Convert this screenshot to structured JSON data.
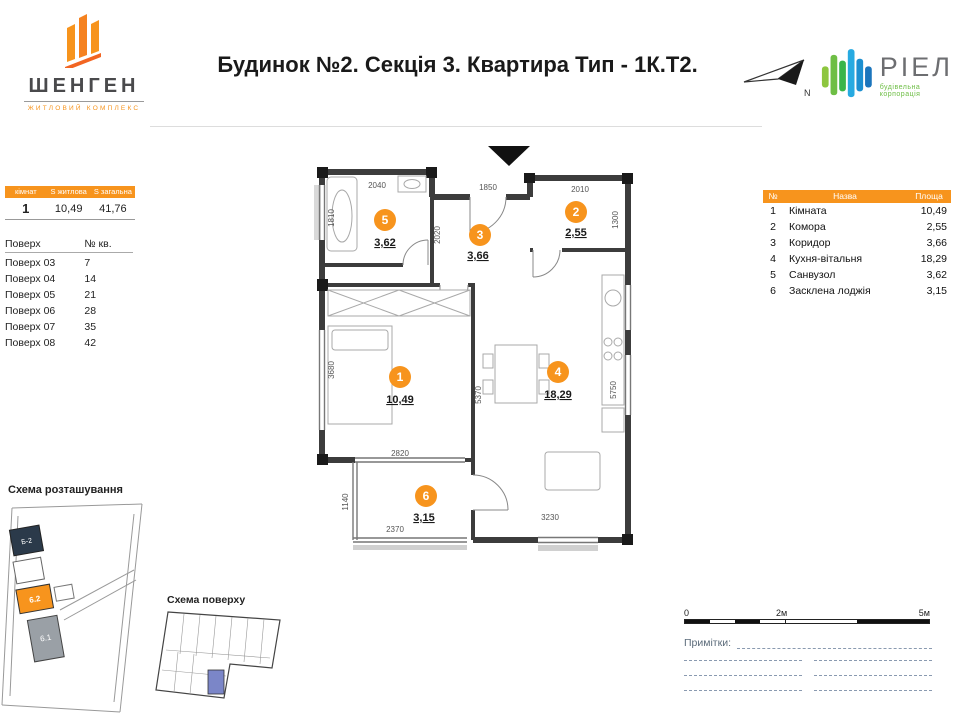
{
  "header": {
    "title": "Будинок №2. Секція 3. Квартира Тип - 1К.Т2.",
    "brand_left": {
      "name": "ШЕНГЕН",
      "subtitle": "житловий комплекс"
    },
    "brand_right": {
      "name": "РІЕЛ",
      "subtitle": "будівельна корпорація"
    },
    "north_label": "N"
  },
  "icons": {
    "brand_left_icon": "shengen-buildings-icon",
    "brand_right_icon": "riel-bars-icon",
    "north_icon": "north-arrow-icon",
    "entry_icon": "entrance-arrow-icon"
  },
  "summary_table": {
    "headers": [
      "кімнат",
      "S житлова",
      "S загальна"
    ],
    "row": {
      "rooms": "1",
      "living": "10,49",
      "total": "41,76"
    }
  },
  "floors_table": {
    "col1": "Поверх",
    "col2": "№ кв.",
    "rows": [
      [
        "Поверх 03",
        "7"
      ],
      [
        "Поверх 04",
        "14"
      ],
      [
        "Поверх 05",
        "21"
      ],
      [
        "Поверх 06",
        "28"
      ],
      [
        "Поверх 07",
        "35"
      ],
      [
        "Поверх 08",
        "42"
      ]
    ]
  },
  "rooms_table": {
    "headers": [
      "№",
      "Назва",
      "Площа"
    ],
    "rows": [
      [
        "1",
        "Кімната",
        "10,49"
      ],
      [
        "2",
        "Комора",
        "2,55"
      ],
      [
        "3",
        "Коридор",
        "3,66"
      ],
      [
        "4",
        "Кухня-вітальня",
        "18,29"
      ],
      [
        "5",
        "Санвузол",
        "3,62"
      ],
      [
        "6",
        "Засклена лоджія",
        "3,15"
      ]
    ]
  },
  "floorplan": {
    "rooms": [
      {
        "num": "1",
        "area": "10,49"
      },
      {
        "num": "2",
        "area": "2,55"
      },
      {
        "num": "3",
        "area": "3,66"
      },
      {
        "num": "4",
        "area": "18,29"
      },
      {
        "num": "5",
        "area": "3,62"
      },
      {
        "num": "6",
        "area": "3,15"
      }
    ],
    "dims": {
      "top1": "2040",
      "top2": "1850",
      "top3": "2010",
      "left1": "1810",
      "left2": "3680",
      "left3": "1140",
      "v1": "2020",
      "v2": "1300",
      "v3": "5370",
      "v4": "5750",
      "b1": "2820",
      "b2": "2370",
      "b3": "3230"
    }
  },
  "location_scheme": {
    "title": "Схема розташування",
    "block_a": "Б-2",
    "block_highlight": "6.2",
    "block_b": "6.1"
  },
  "floor_scheme": {
    "title": "Схема поверху"
  },
  "scale_bar": {
    "labels": [
      "0",
      "2м",
      "5м"
    ]
  },
  "notes": {
    "label": "Примітки:"
  },
  "colors": {
    "accent": "#F7941D",
    "wall": "#3c3c3c",
    "riel_green": "#6EBE45",
    "riel_blue": "#27AAE1",
    "highlight_unit": "#7B86C8"
  }
}
